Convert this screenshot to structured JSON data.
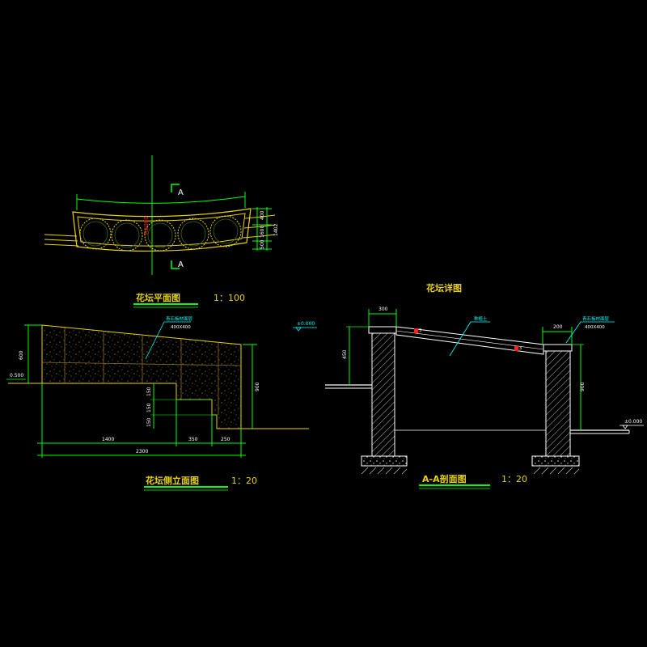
{
  "colors": {
    "background": "#000000",
    "green": "#00ff00",
    "white": "#ffffff",
    "yellow": "#e8d20a",
    "cyan": "#00ffff",
    "red": "#ff2020",
    "stone": "#8a7020"
  },
  "plan": {
    "title": "花坛平面图",
    "scale": "1：100",
    "section_mark": "A",
    "dim_right_1": "400",
    "dim_right_2": "1600",
    "dim_right_3": "1402",
    "dim_right_4": "500",
    "dim_center": "R5000"
  },
  "detail_heading": "花坛详图",
  "side": {
    "title": "花坛侧立面图",
    "scale": "1：20",
    "note_line1": "青石板材面层",
    "note_line2": "400X400",
    "level_left": "0.500",
    "dim_height": "600",
    "dim_right": "900",
    "step_1": "150",
    "step_2": "150",
    "step_3": "150",
    "dim_1400": "1400",
    "dim_350": "350",
    "dim_250": "250",
    "dim_2300": "2300"
  },
  "section": {
    "title": "A-A剖面图",
    "scale": "1：20",
    "level_top": "±0.000",
    "level_right": "±0.000",
    "dim_top_left": "300",
    "dim_top_right": "200",
    "dim_left_height": "450",
    "dim_right_height": "900",
    "note_soil": "种植土",
    "note_stone_line1": "青石板材面层",
    "note_stone_line2": "400X400",
    "tag_left": "3",
    "tag_right": "3"
  }
}
